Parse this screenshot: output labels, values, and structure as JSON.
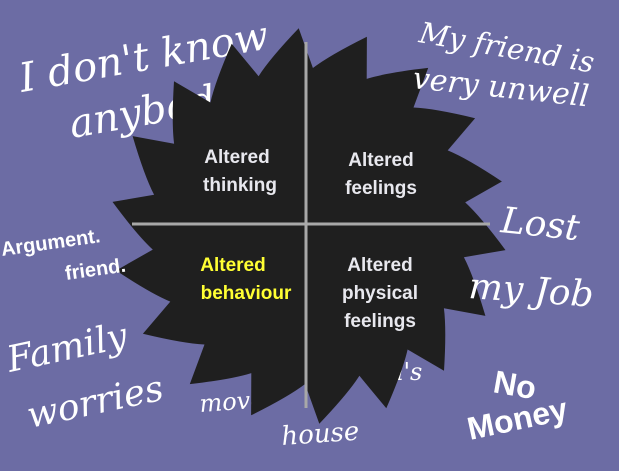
{
  "colors": {
    "background": "#6c6ca4",
    "blade": "#1f1f1f",
    "divider": "#a8a8a8",
    "quadrant_text": "#e8e8ee",
    "highlight_text": "#ffff33",
    "stressor_text": "#ffffff"
  },
  "quadrants": {
    "top_left": {
      "line1": "Altered",
      "line2": "thinking"
    },
    "top_right": {
      "line1": "Altered",
      "line2": "feelings"
    },
    "bottom_left": {
      "line1": "Altered",
      "line2": "behaviour"
    },
    "bottom_right": {
      "line1": "Altered",
      "line2": "physical",
      "line3": "feelings"
    }
  },
  "stressors": {
    "dont_know": {
      "line1": "I don't know",
      "line2": "anybody"
    },
    "friend_unwell": {
      "line1": "My friend is",
      "line2": "very unwell"
    },
    "argument": {
      "line1": "Argument.",
      "line2": "friend."
    },
    "lost_job": {
      "line1": "Lost",
      "line2": "my Job"
    },
    "family": {
      "line1": "Family",
      "line2": "worries"
    },
    "no_money": {
      "line1": "No",
      "line2": "Money"
    },
    "move_house": {
      "line1": "move",
      "line2": "house",
      "fragment": "n's"
    }
  }
}
